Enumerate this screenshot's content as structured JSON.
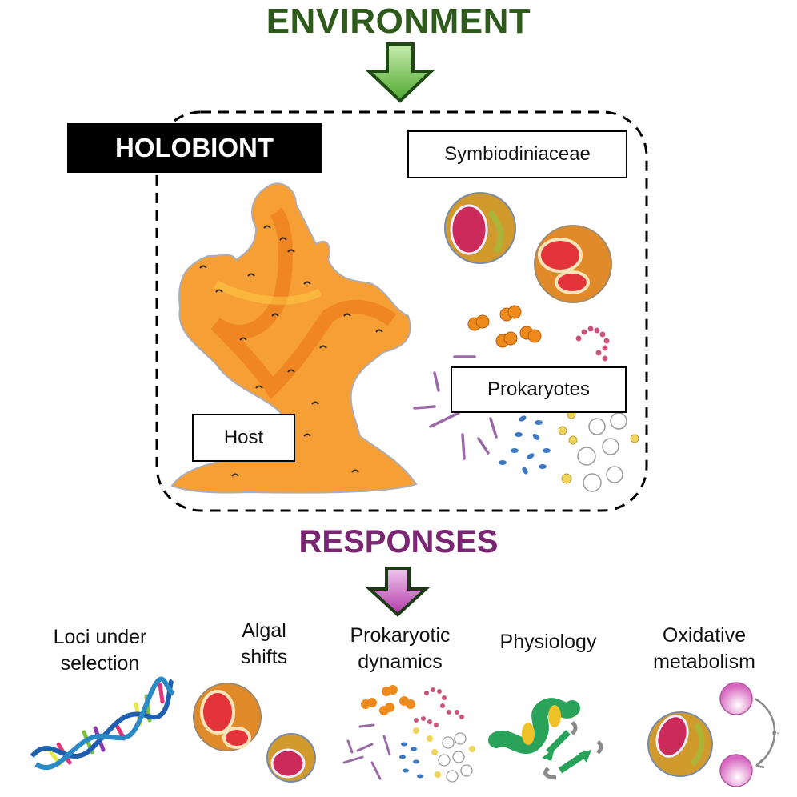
{
  "header": {
    "environment_title": "ENVIRONMENT",
    "environment_arrow_icon": "down-arrow-green"
  },
  "holobiont": {
    "label": "HOLOBIONT",
    "components": {
      "symbiont_label": "Symbiodiniaceae",
      "prokaryotes_label": "Prokaryotes",
      "host_label": "Host"
    },
    "illustrations": [
      "coral-host-icon",
      "symbiodiniaceae-cells-icon",
      "prokaryote-cells-icon"
    ]
  },
  "responses": {
    "title": "RESPONSES",
    "arrow_icon": "down-arrow-purple",
    "items": [
      {
        "line1": "Loci under",
        "line2": "selection",
        "icon": "dna-helix-icon"
      },
      {
        "line1": "Algal",
        "line2": "shifts",
        "icon": "algal-cells-icon"
      },
      {
        "line1": "Prokaryotic",
        "line2": "dynamics",
        "icon": "prokaryote-community-icon"
      },
      {
        "line1": "Physiology",
        "line2": "",
        "icon": "protein-structure-icon"
      },
      {
        "line1": "Oxidative",
        "line2": "metabolism",
        "icon": "electron-transfer-icon"
      }
    ],
    "electron_label": "e-"
  },
  "colors": {
    "environment": "#2e5a1c",
    "responses": "#7a2673",
    "coral": "#f08a1e"
  }
}
